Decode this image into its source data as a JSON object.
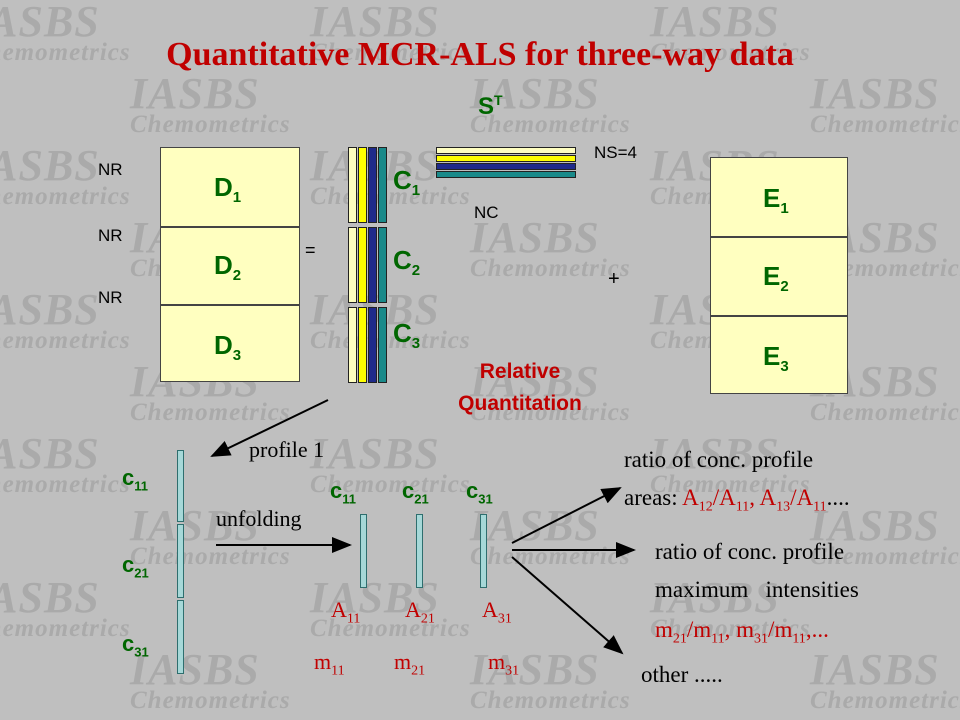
{
  "title": "Quantitative MCR-ALS for three-way data",
  "watermark": {
    "line1": "IASBS",
    "line2": "Chemometrics"
  },
  "colors": {
    "title": "#c00000",
    "labels": "#006600",
    "box_fill": "#ffffc0",
    "strip_yellow": "#ffff00",
    "strip_navy": "#1f2a8a",
    "strip_teal": "#1a8a8a",
    "profile_bar": "#a6d8d8"
  },
  "left_matrix": {
    "row_label": "NR",
    "blocks": [
      {
        "main": "D",
        "sub": "1"
      },
      {
        "main": "D",
        "sub": "2"
      },
      {
        "main": "D",
        "sub": "3"
      }
    ]
  },
  "equals": "=",
  "conc_matrix": {
    "blocks": [
      {
        "main": "C",
        "sub": "1"
      },
      {
        "main": "C",
        "sub": "2"
      },
      {
        "main": "C",
        "sub": "3"
      }
    ]
  },
  "spectra": {
    "label_main": "S",
    "label_sup": "T",
    "ns_label": "NS=4",
    "nc_label": "NC"
  },
  "plus": "+",
  "residual": {
    "blocks": [
      {
        "main": "E",
        "sub": "1"
      },
      {
        "main": "E",
        "sub": "2"
      },
      {
        "main": "E",
        "sub": "3"
      }
    ]
  },
  "relative": {
    "line1": "Relative",
    "line2": "Quantitation"
  },
  "profile_label": "profile 1",
  "unfolding_label": "unfolding",
  "stacked_labels": [
    {
      "main": "c",
      "sub": "11"
    },
    {
      "main": "c",
      "sub": "21"
    },
    {
      "main": "c",
      "sub": "31"
    }
  ],
  "profiles": [
    {
      "c_main": "c",
      "c_sub": "11",
      "a_main": "A",
      "a_sub": "11",
      "m_main": "m",
      "m_sub": "11"
    },
    {
      "c_main": "c",
      "c_sub": "21",
      "a_main": "A",
      "a_sub": "21",
      "m_main": "m",
      "m_sub": "21"
    },
    {
      "c_main": "c",
      "c_sub": "31",
      "a_main": "A",
      "a_sub": "31",
      "m_main": "m",
      "m_sub": "31"
    }
  ],
  "outputs": {
    "area_line1": "ratio of conc. profile",
    "area_prefix": "areas: ",
    "area_ratio": {
      "n1": "A",
      "s1": "12",
      "d1": "A",
      "s2": "11",
      "sep": ", ",
      "n2": "A",
      "s3": "13",
      "d2": "A",
      "s4": "11",
      "tail": "...."
    },
    "max_line1": "ratio of conc. profile",
    "max_line2": "maximum   intensities",
    "max_ratio": {
      "n1": "m",
      "s1": "21",
      "d1": "m",
      "s2": "11",
      "sep": ", ",
      "n2": "m",
      "s3": "31",
      "d2": "m",
      "s4": "11",
      "tail": ",..."
    },
    "other": "other ....."
  }
}
